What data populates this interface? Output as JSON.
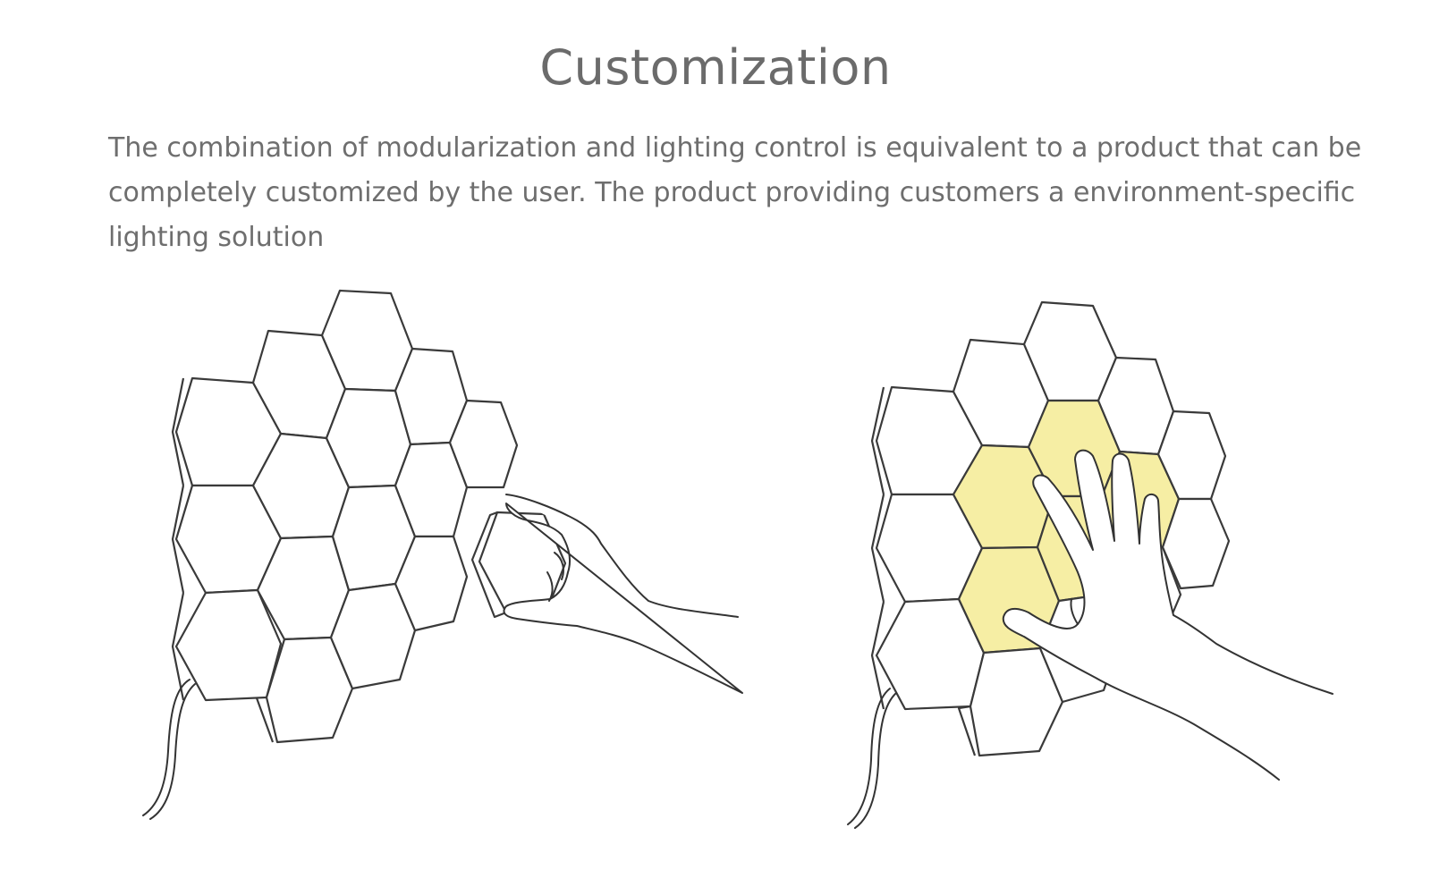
{
  "heading": "Customization",
  "description": "The combination of modularization and lighting control is equivalent to a product that can be completely customized by the user. The product providing customers a environment-specific lighting solution",
  "colors": {
    "text": "#6b6b6b",
    "panel_lit": "#f6eea4",
    "line": "#3a3a3a"
  },
  "illustrations": [
    {
      "icon": "hexagon-wall-with-hand-holding-panel"
    },
    {
      "icon": "hexagon-wall-with-hand-touching-lit-panels"
    }
  ]
}
